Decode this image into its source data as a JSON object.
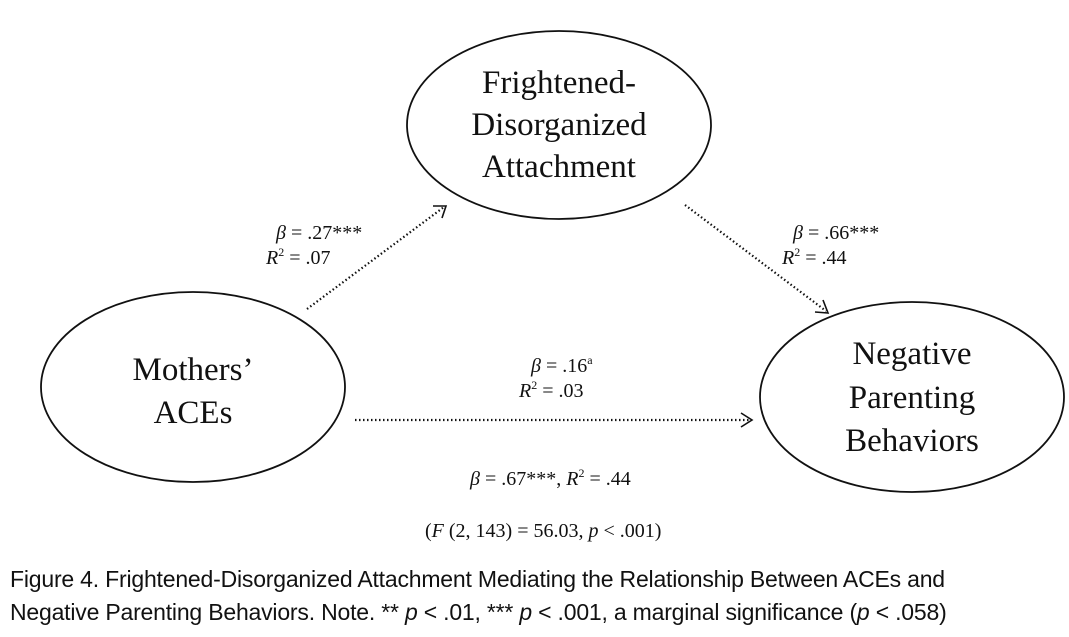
{
  "nodes": {
    "mediator": {
      "lines": [
        "Frightened-",
        "Disorganized",
        "Attachment"
      ]
    },
    "predictor": {
      "lines": [
        "Mothers’",
        "ACEs"
      ]
    },
    "outcome": {
      "lines": [
        "Negative",
        "Parenting",
        "Behaviors"
      ]
    }
  },
  "paths": {
    "a": {
      "beta_label": "β",
      "beta_value": " = .27***",
      "r2_label": "R",
      "r2_sup": "2",
      "r2_value": " = .07"
    },
    "b": {
      "beta_label": "β",
      "beta_value": " = .66***",
      "r2_label": "R",
      "r2_sup": "2",
      "r2_value": " = .44"
    },
    "c_prime": {
      "beta_label": "β",
      "beta_value": " = .16",
      "beta_sup": "a",
      "r2_label": "R",
      "r2_sup": "2",
      "r2_value": " = .03"
    }
  },
  "total_effect": {
    "beta_label": "β",
    "beta_value": " = .67***, ",
    "r2_label": "R",
    "r2_sup": "2",
    "r2_value": " = .44",
    "f_open": "(",
    "f_label": "F",
    "f_value": " (2, 143) = 56.03, ",
    "p_label": "p",
    "p_value": " < .001)"
  },
  "caption": {
    "line1": "Figure 4. Frightened-Disorganized Attachment Mediating the Relationship Between ACEs and",
    "line2_a": "Negative Parenting Behaviors. Note.  ** ",
    "p1": "p",
    "line2_b": " < .01,  *** ",
    "p2": "p",
    "line2_c": " < .001,  a marginal significance (",
    "p3": "p",
    "line2_d": " < .058)"
  }
}
